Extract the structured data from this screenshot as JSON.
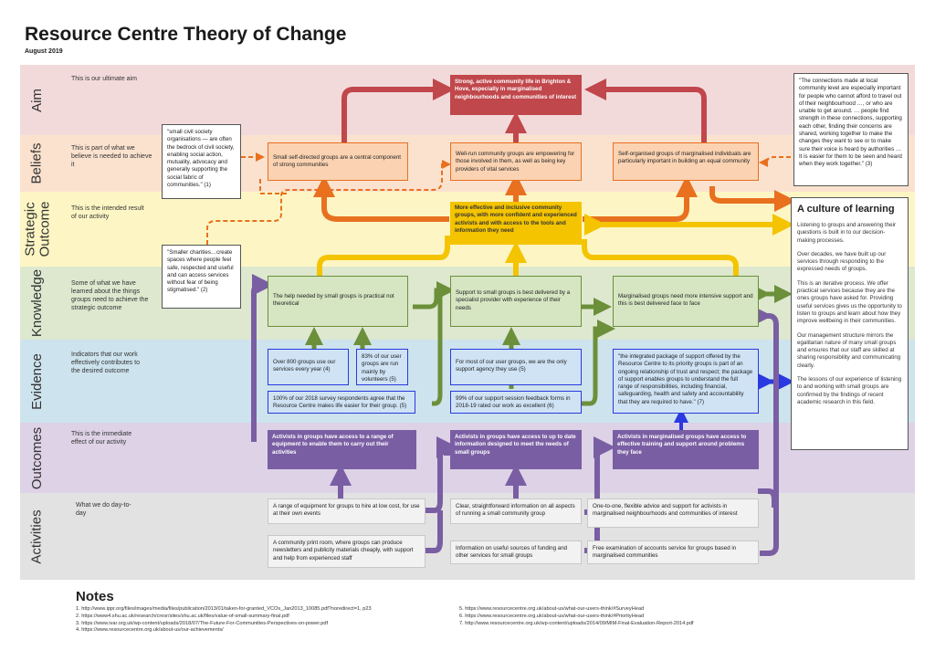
{
  "header": {
    "title": "Resource Centre Theory of Change",
    "subtitle": "August 2019"
  },
  "colors": {
    "aim_band": "#f3dada",
    "beliefs_band": "#fbe2cf",
    "strategic_band": "#fdf6c4",
    "knowledge_band": "#dde8cf",
    "evidence_band": "#cde3ed",
    "outcomes_band": "#ddd2e6",
    "activities_band": "#e2e2e2",
    "arrow_red": "#c0474b",
    "arrow_orange": "#e8701f",
    "arrow_yellow": "#f4c400",
    "arrow_green": "#6c8f3a",
    "arrow_blue": "#2a39e0",
    "arrow_purple": "#7a5ea3"
  },
  "bands": {
    "aim": {
      "label": "Aim",
      "description": "This is our ultimate aim"
    },
    "beliefs": {
      "label": "Beliefs",
      "description": "This is part of what we believe is needed to achieve it"
    },
    "strategic": {
      "label": "Strategic Outcome",
      "description": "This is the intended result of our activity"
    },
    "knowledge": {
      "label": "Knowledge",
      "description": "Some of what we have learned about the things groups need to achieve the strategic outcome"
    },
    "evidence": {
      "label": "Evidence",
      "description": "Indicators that our work effectively contributes to the desired outcome"
    },
    "outcomes": {
      "label": "Outcomes",
      "description": "This is the immediate effect of our activity"
    },
    "activities": {
      "label": "Activities",
      "description": "What we do day-to-day"
    }
  },
  "aim": {
    "text": "Strong, active community life in Brighton & Hove, especially in marginalised neighbourhoods and communities of interest"
  },
  "beliefs": [
    "Small self-directed groups are a central component of strong communities",
    "Well-run community groups are empowering for those involved in them, as well as being key providers of vital services",
    "Self-organised groups of marginalised individuals are particularly important in building an equal community"
  ],
  "strategic_outcome": {
    "text": "More effective and inclusive community groups, with more confident and experienced activists and with access to the tools and information they need"
  },
  "knowledge": [
    "The help needed by small groups is practical not theoretical",
    "Support to small groups is best delivered by a specialist provider with experience of their needs",
    "Marginalised groups need more intensive support and this is best delivered face to face"
  ],
  "evidence": [
    "Over 800 groups use our services every year (4)",
    "83% of our user groups are run mainly by volunteers (5)",
    "100% of our 2018 survey respondents agree that the Resource Centre makes life easier for their group. (5)",
    "For most of our user groups, we are the only support agency they use (5)",
    "99% of our support session feedback forms in 2018-19 rated our work as excellent (6)",
    "\"the integrated package of support offered by the Resource Centre to its priority groups is part of an ongoing relationship of trust and respect; the package of support enables groups to understand the full range of responsibilities, including financial, safeguarding, health and safety and accountability that they are required to have.\" (7)"
  ],
  "outcomes": [
    "Activists in groups have access to a range of equipment to enable them to carry out their activities",
    "Activists in groups have access to up to date information designed to meet the needs of small groups",
    "Activists in marginalised groups have access to effective training and support around problems they face"
  ],
  "activities": [
    "A range of equipment for groups to hire at low cost, for use at their own events",
    "A community print room, where groups can produce newsletters and publicity materials cheaply, with support and help from experienced staff",
    "Clear, straightforward information on all aspects of running a small community group",
    "Information on useful sources of funding and other services for small groups",
    "One-to-one, flexible advice and support for activists in marginalised neighbourhoods and communities of interest",
    "Free examination of accounts service for groups based in marginalised communities"
  ],
  "quotes": {
    "civil_society": "\"small civil society organisations — are often the bedrock of civil society, enabling social action, mutuality, advocacy and generally supporting the social fabric of communities.\" (1)",
    "smaller_charities": "\"Smaller charities…create spaces where people feel safe, respected and useful and can access services without fear of being stigmatised.\" (2)",
    "local_connections": "\"The connections made at local community level are especially important for people who cannot afford to travel out of their neighbourhood …, or who are unable to get around. … people find strength in these connections, supporting each other, finding their concerns are shared, working together to make the changes they want to see or to make sure their voice is heard by authorities … It is easier for them to be seen and heard when they work together.\" (3)"
  },
  "culture_of_learning": {
    "title": "A culture of learning",
    "paragraphs": [
      "Listening to groups and answering their questions is built in to our decision-making processes.",
      "Over decades, we have built up our services through responding to the expressed needs of groups.",
      "This is an iterative process. We offer practical services because they are the ones groups have asked for. Providing useful services gives us the opportunity to listen to groups and learn about how they improve wellbeing in their communities.",
      "Our management structure mirrors the egalitarian nature of many small groups and ensures that our staff are skilled at sharing responsibility and communicating clearly.",
      "The lessons of our experience of listening to and working with small groups are confirmed by the findings of recent academic research in this field."
    ]
  },
  "notes": {
    "title": "Notes",
    "items": [
      "1. http://www.ippr.org/files/images/media/files/publication/2013/01/taken-for-granted_VCOs_Jan2013_10085.pdf?noredirect=1, p23",
      "2. https://www4.shu.ac.uk/research/cresr/sites/shu.ac.uk/files/value-of-small-summary-final.pdf",
      "3. https://www.ivar.org.uk/wp-content/uploads/2018/07/The-Future-For-Communities-Perspectives-on-power.pdf",
      "4. https://www.resourcecentre.org.uk/about-us/our-achievements/",
      "5. https://www.resourcecentre.org.uk/about-us/what-our-users-think/#SurveyHead",
      "6. https://www.resourcecentre.org.uk/about-us/what-our-users-think/#PriorityHead",
      "7. http://www.resourcecentre.org.uk/wp-content/uploads/2014/09/MIM-Final-Evaluation-Report-2014.pdf"
    ]
  }
}
